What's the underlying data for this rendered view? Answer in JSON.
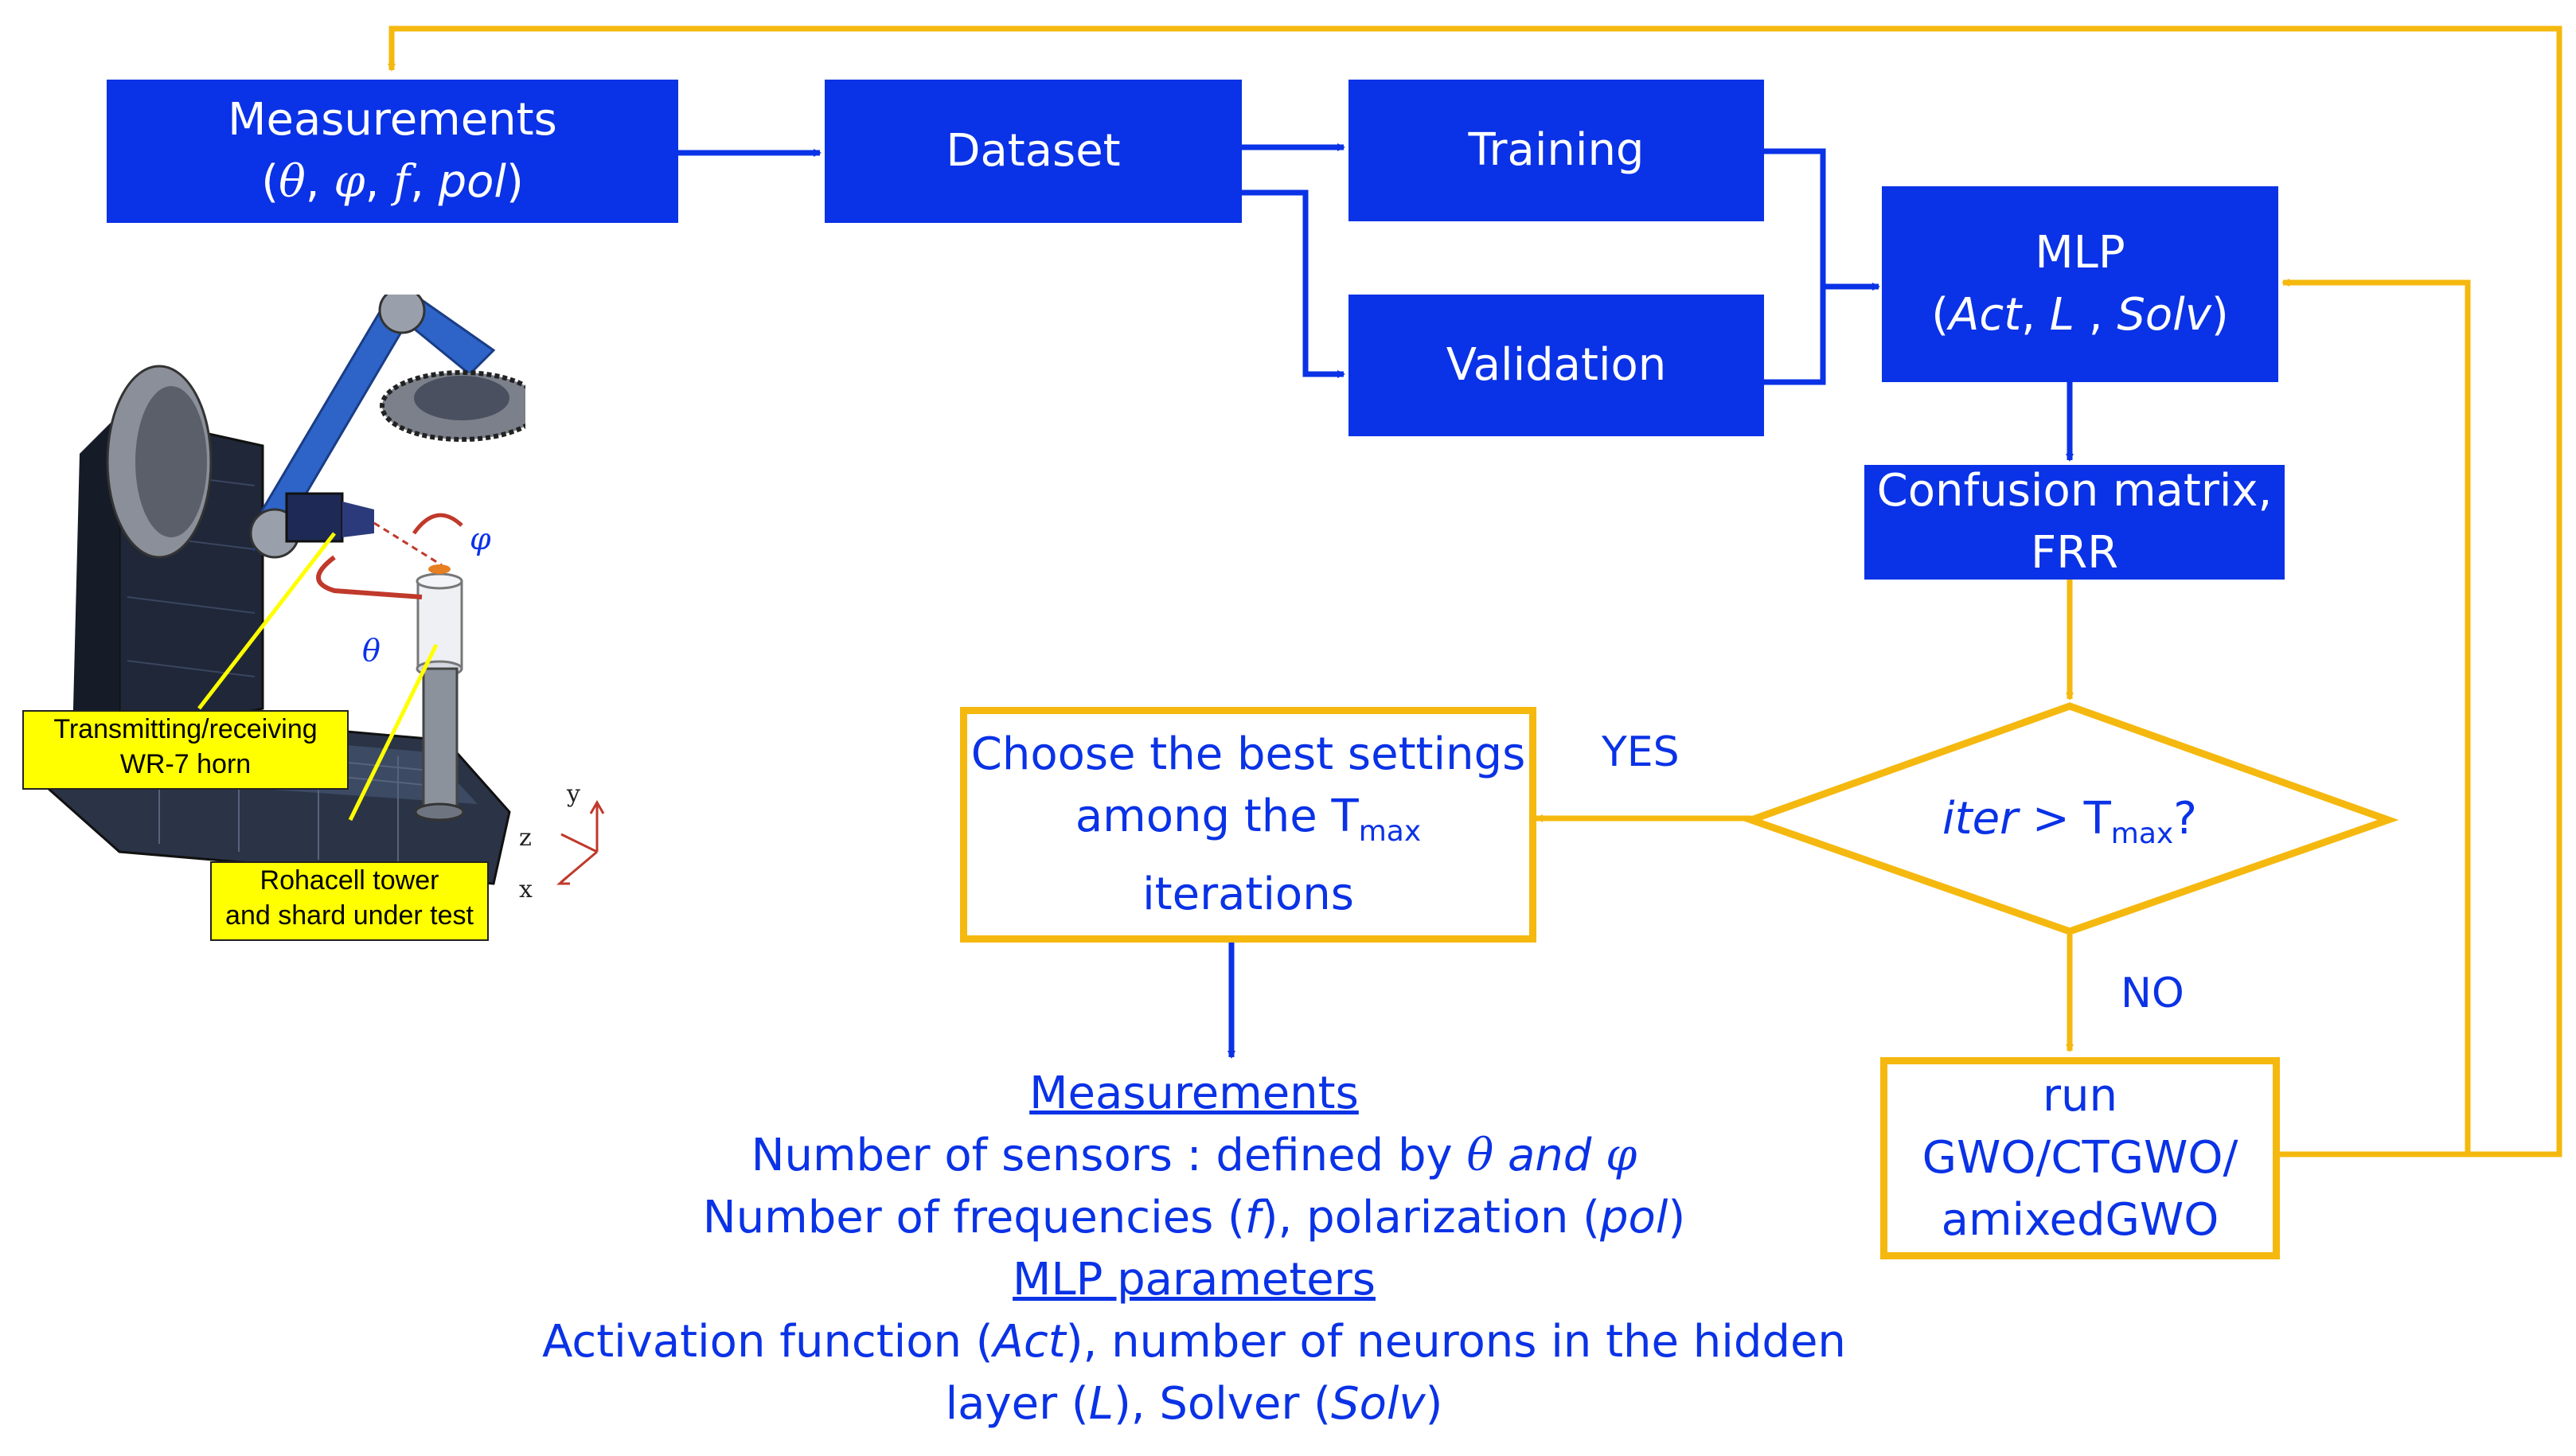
{
  "colors": {
    "blue": "#0a32e6",
    "gold": "#f5b80e",
    "label_bg": "#ffff00"
  },
  "boxes": {
    "measurements": {
      "line1": "Measurements",
      "theta": "θ",
      "phi": "φ",
      "f": "f",
      "pol": "pol"
    },
    "dataset": "Dataset",
    "training": "Training",
    "validation": "Validation",
    "mlp": {
      "line1": "MLP",
      "act": "Act",
      "L": "L",
      "solv": "Solv"
    },
    "confusion": {
      "line1": "Confusion matrix,",
      "line2": "FRR"
    },
    "decision": {
      "iter": "iter",
      "op": " > T",
      "sub": "max",
      "q": "?"
    },
    "choose": {
      "line1": "Choose the best settings",
      "line2": "among the T",
      "sub": "max",
      "line3": "iterations"
    },
    "run": {
      "line1": "run",
      "line2": "GWO/CTGWO/",
      "line3": "amixedGWO"
    }
  },
  "edge_labels": {
    "yes": "YES",
    "no": "NO"
  },
  "bottom": {
    "heading1": "Measurements",
    "sensors_prefix": "Number of sensors : defined by ",
    "theta": "θ",
    "and": " and ",
    "phi": "φ",
    "freq_prefix": "Number of frequencies (",
    "f": "f",
    "freq_mid": "), polarization (",
    "pol": "pol",
    "close": ")",
    "heading2": "MLP parameters",
    "act_prefix": "Activation function (",
    "act": "Act",
    "act_suffix": "), number of neurons in the hidden",
    "layer_prefix": "layer (",
    "L": "L",
    "layer_mid": "), Solver (",
    "solv": "Solv"
  },
  "illustration": {
    "horn_label": [
      "Transmitting/receiving",
      "WR-7 horn"
    ],
    "tower_label": [
      "Rohacell tower",
      "and shard under test"
    ],
    "phi": "φ",
    "theta": "θ",
    "axes": {
      "y": "y",
      "z": "z",
      "x": "x"
    }
  }
}
